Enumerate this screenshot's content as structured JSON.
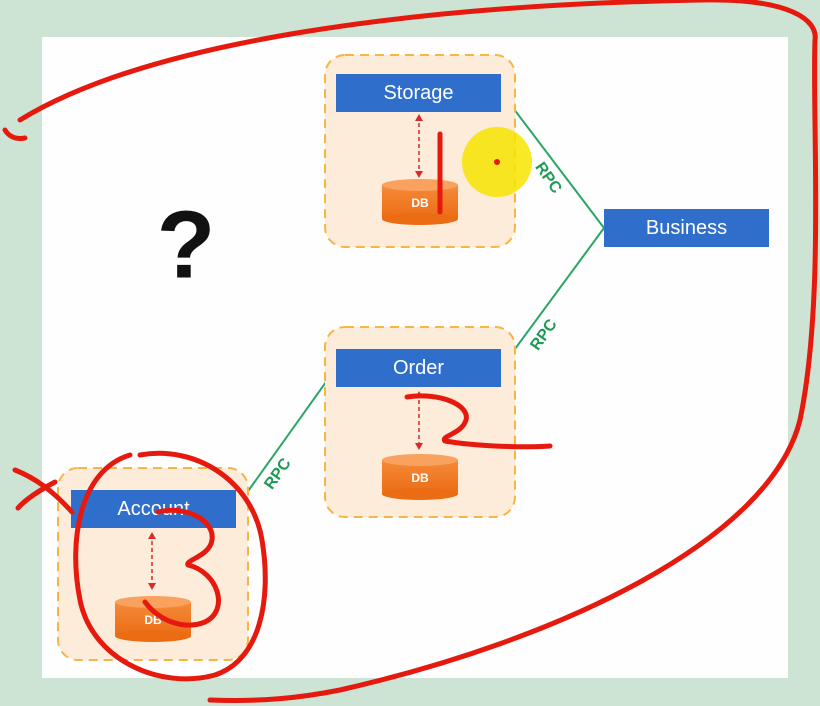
{
  "diagram": {
    "services": {
      "storage": "Storage",
      "business": "Business",
      "order": "Order",
      "account": "Account"
    },
    "databases": {
      "storage_db": "DB",
      "order_db": "DB",
      "account_db": "DB"
    },
    "connections": [
      {
        "from": "Business",
        "to": "Storage",
        "label": "RPC"
      },
      {
        "from": "Business",
        "to": "Order",
        "label": "RPC"
      },
      {
        "from": "Order",
        "to": "Account",
        "label": "RPC"
      }
    ],
    "question_mark": "?"
  },
  "colors": {
    "service_fill": "#2f6fcb",
    "db_fill": "#f07a25",
    "group_fill": "#fdecd9",
    "group_border": "#f6b545",
    "rpc_line": "#2aa565",
    "annotation": "#e6190f",
    "pointer_highlight": "#f7e400",
    "frame_background": "#cde3d3"
  }
}
